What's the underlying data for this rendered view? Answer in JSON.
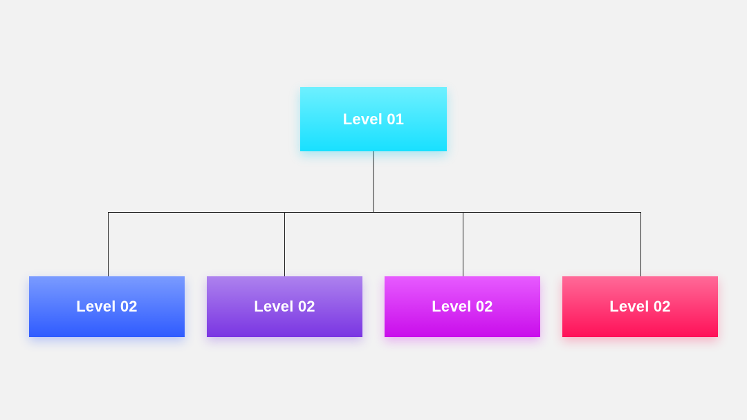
{
  "diagram": {
    "root": {
      "label": "Level 01",
      "color": "#1ee2ff"
    },
    "children": [
      {
        "label": "Level 02",
        "color": "#3a63ff"
      },
      {
        "label": "Level 02",
        "color": "#8440e5"
      },
      {
        "label": "Level 02",
        "color": "#d015f0"
      },
      {
        "label": "Level 02",
        "color": "#ff1a60"
      }
    ],
    "connector_color": "#222222"
  }
}
